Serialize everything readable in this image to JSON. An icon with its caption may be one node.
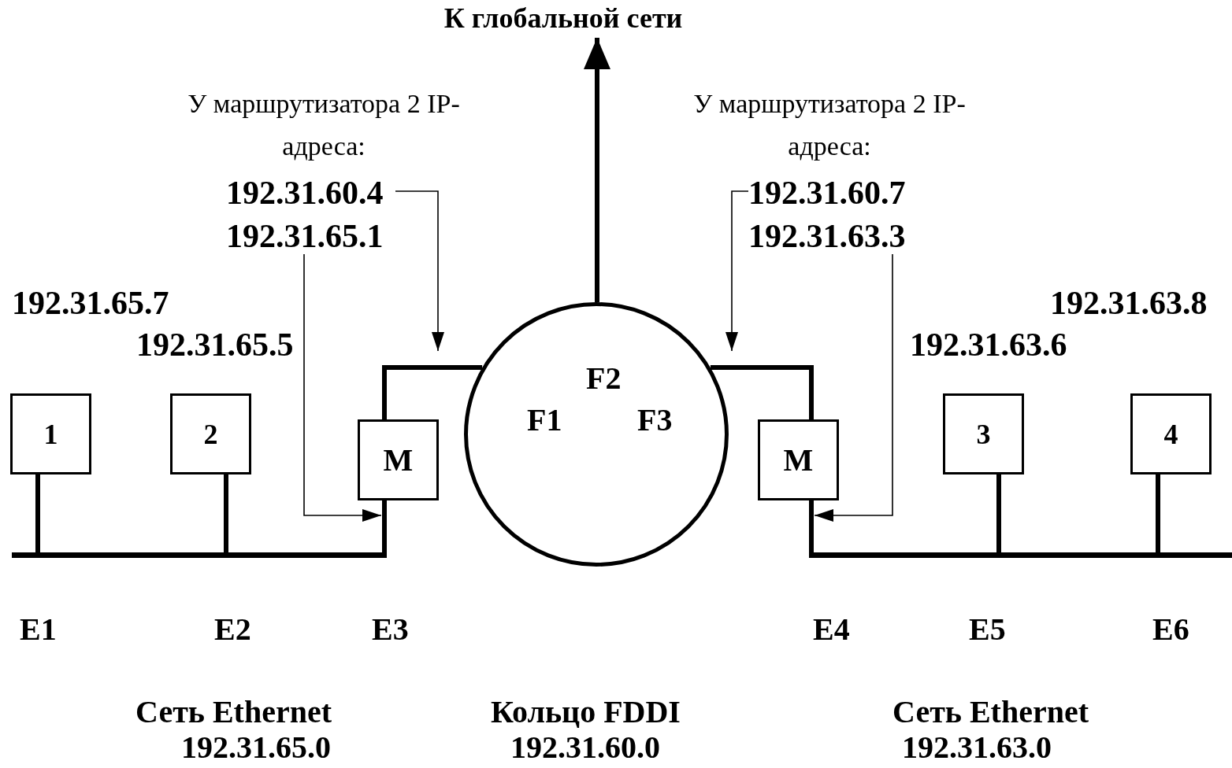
{
  "diagram": {
    "nodes": [
      {
        "text": [
          "1"
        ]
      },
      {
        "text": [
          "2"
        ]
      },
      {
        "text": [
          "M"
        ]
      },
      {
        "text": [
          "F2",
          "F1",
          "F3"
        ]
      },
      {
        "text": [
          "M"
        ]
      },
      {
        "text": [
          "3"
        ]
      },
      {
        "text": [
          "4"
        ]
      },
      {
        "text": [
          "К глобальной сети"
        ]
      },
      {
        "text": [
          "У маршрутизатора 2 IP-адреса:"
        ]
      },
      {
        "text": [
          "192.31.60.4"
        ]
      },
      {
        "text": [
          "192.31.65.1"
        ]
      },
      {
        "text": [
          "У маршрутизатора 2 IP-адреса:"
        ]
      },
      {
        "text": [
          "192.31.60.7"
        ]
      },
      {
        "text": [
          "192.31.63.3"
        ]
      },
      {
        "text": [],
        "shape": "bar"
      },
      {
        "text": [],
        "shape": "bar"
      }
    ],
    "edges": [
      {
        "from": 0,
        "to": 14,
        "arrow": "none"
      },
      {
        "from": 1,
        "to": 14,
        "arrow": "none"
      },
      {
        "from": 2,
        "to": 14,
        "arrow": "none"
      },
      {
        "from": 2,
        "to": 3,
        "arrow": "none"
      },
      {
        "from": 4,
        "to": 3,
        "arrow": "none"
      },
      {
        "from": 4,
        "to": 15,
        "arrow": "none"
      },
      {
        "from": 5,
        "to": 15,
        "arrow": "none"
      },
      {
        "from": 6,
        "to": 15,
        "arrow": "none"
      },
      {
        "from": 3,
        "to": 7,
        "arrow": "to"
      },
      {
        "from": 9,
        "to": 3,
        "arrow": "to"
      },
      {
        "from": 10,
        "to": 2,
        "arrow": "to"
      },
      {
        "from": 12,
        "to": 3,
        "arrow": "to"
      },
      {
        "from": 13,
        "to": 4,
        "arrow": "to"
      }
    ],
    "labels": [
      "192.31.65.7",
      "192.31.63.8",
      "192.31.65.5",
      "192.31.63.6",
      "E1",
      "E2",
      "E3",
      "E4",
      "E5",
      "E6",
      "Сеть Ethernet",
      "Кольцо FDDI",
      "Сеть Ethernet",
      "192.31.65.0",
      "192.31.60.0",
      "192.31.63.0"
    ]
  }
}
